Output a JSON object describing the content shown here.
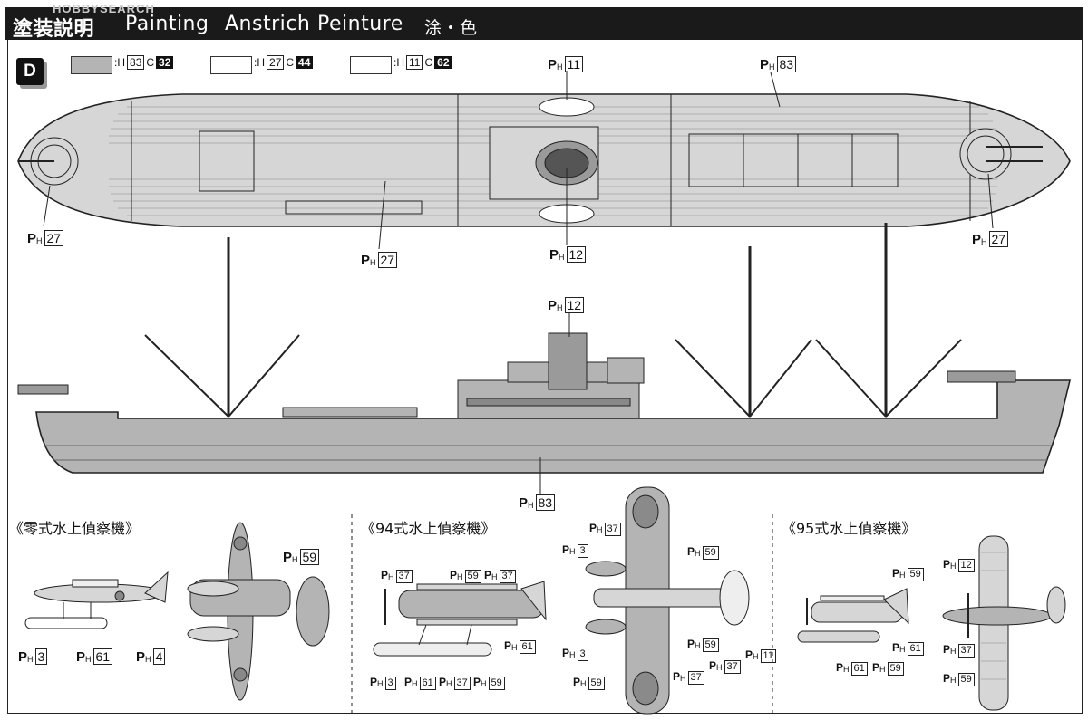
{
  "watermark": "HOBBYSEARCH",
  "header": {
    "jp": "塗装説明",
    "en": "Painting",
    "de": "Anstrich",
    "fr": "Peinture",
    "cn": "涂・色"
  },
  "badge": "D",
  "legend": [
    {
      "swatch_color": "#b4b4b4",
      "h_code": "83",
      "c_code": "32"
    },
    {
      "swatch_color": "#ffffff",
      "h_code": "27",
      "c_code": "44"
    },
    {
      "swatch_color": "#ffffff",
      "h_code": "11",
      "c_code": "62"
    }
  ],
  "legend_labels": {
    "h": "H",
    "c": "C"
  },
  "callouts": {
    "ph": "P",
    "sub": "H",
    "top_boat": "11",
    "top_hull": "83",
    "top_bow_left": "27",
    "top_deck": "27",
    "top_funnel": "12",
    "top_bow_right": "27",
    "side_funnel": "12",
    "side_hull": "83",
    "a1_tail": "59",
    "a1_float": "3",
    "a1_body": "61",
    "a1_wing": "4",
    "a2_c1": "37",
    "a2_c2": "59",
    "a2_c3": "37",
    "a2_c4": "61",
    "a2_c5": "3",
    "a2_c6": "61",
    "a2_c7": "37",
    "a2_c8": "59",
    "a2t_c1": "37",
    "a2t_c2": "3",
    "a2t_c3": "59",
    "a2t_c4": "3",
    "a2t_c5": "59",
    "a2t_c6": "37",
    "a2t_c7": "37",
    "a2t_c8": "11",
    "a2t_c9": "59",
    "a3_c1": "59",
    "a3_c2": "61",
    "a3_c3": "61",
    "a3_c4": "59",
    "a3t_c1": "12",
    "a3t_c2": "37",
    "a3t_c3": "59"
  },
  "sections": {
    "s1": "《零式水上偵察機》",
    "s2": "《94式水上偵察機》",
    "s3": "《95式水上偵察機》"
  },
  "colors": {
    "hull_gray": "#b4b4b4",
    "deck_gray": "#d6d6d6",
    "camo_dark": "#8a8a8a",
    "line": "#222222"
  }
}
